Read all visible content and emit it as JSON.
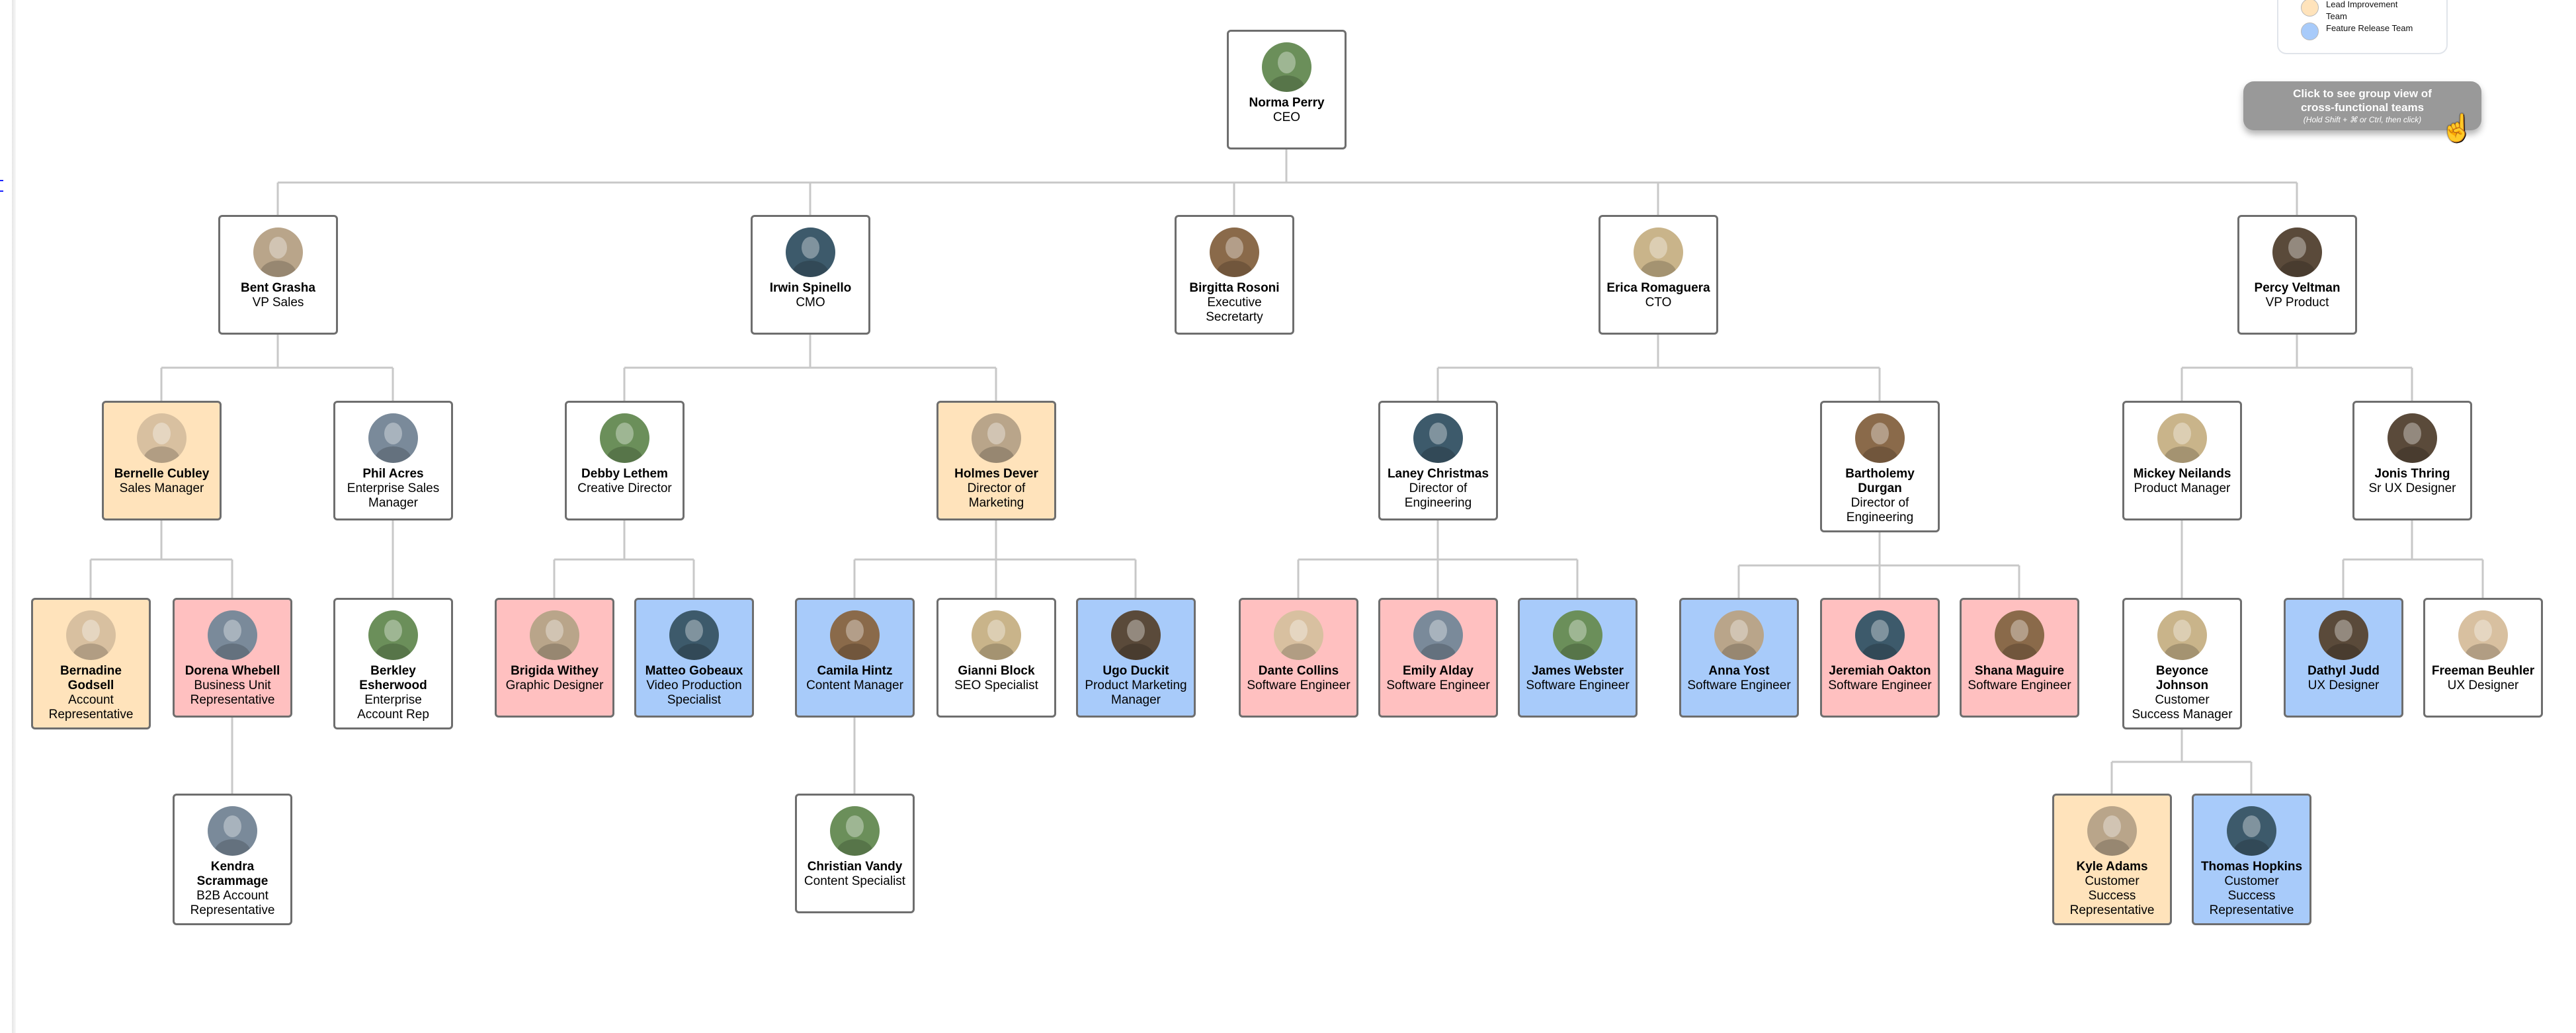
{
  "colors": {
    "none": "#ffffff",
    "lead_improvement": "#ffe3bb",
    "pink_team": "#ffc0c0",
    "feature_release": "#a8cbfa",
    "connector": "#c8c8c8"
  },
  "legend": {
    "items": [
      {
        "label": "Lead Improvement Team",
        "color": "#ffe3bb"
      },
      {
        "label": "Feature Release Team",
        "color": "#a8cbfa"
      }
    ]
  },
  "group_button": {
    "line1": "Click to see group view of cross-functional teams",
    "line2": "(Hold Shift + ⌘ or Ctrl, then click)",
    "cursor_icon": "hand-pointer-icon"
  },
  "nodes": [
    {
      "id": "norma",
      "name": "Norma Perry",
      "title": "CEO",
      "team": "none",
      "parent": null
    },
    {
      "id": "bent",
      "name": "Bent Grasha",
      "title": "VP Sales",
      "team": "none",
      "parent": "norma"
    },
    {
      "id": "irwin",
      "name": "Irwin Spinello",
      "title": "CMO",
      "team": "none",
      "parent": "norma"
    },
    {
      "id": "birgitta",
      "name": "Birgitta Rosoni",
      "title": "Executive Secretarty",
      "team": "none",
      "parent": "norma"
    },
    {
      "id": "erica",
      "name": "Erica Romaguera",
      "title": "CTO",
      "team": "none",
      "parent": "norma"
    },
    {
      "id": "percy",
      "name": "Percy Veltman",
      "title": "VP Product",
      "team": "none",
      "parent": "norma"
    },
    {
      "id": "bernelle",
      "name": "Bernelle Cubley",
      "title": "Sales Manager",
      "team": "lead_improvement",
      "parent": "bent"
    },
    {
      "id": "phil",
      "name": "Phil Acres",
      "title": "Enterprise Sales Manager",
      "team": "none",
      "parent": "bent"
    },
    {
      "id": "debby",
      "name": "Debby Lethem",
      "title": "Creative Director",
      "team": "none",
      "parent": "irwin"
    },
    {
      "id": "holmes",
      "name": "Holmes Dever",
      "title": "Director of Marketing",
      "team": "lead_improvement",
      "parent": "irwin"
    },
    {
      "id": "laney",
      "name": "Laney Christmas",
      "title": "Director of Engineering",
      "team": "none",
      "parent": "erica"
    },
    {
      "id": "bartholemy",
      "name": "Bartholemy Durgan",
      "title": "Director of Engineering",
      "team": "none",
      "parent": "erica"
    },
    {
      "id": "mickey",
      "name": "Mickey Neilands",
      "title": "Product Manager",
      "team": "none",
      "parent": "percy"
    },
    {
      "id": "jonis",
      "name": "Jonis Thring",
      "title": "Sr UX Designer",
      "team": "none",
      "parent": "percy"
    },
    {
      "id": "bernadine",
      "name": "Bernadine Godsell",
      "title": "Account Representative",
      "team": "lead_improvement",
      "parent": "bernelle"
    },
    {
      "id": "dorena",
      "name": "Dorena Whebell",
      "title": "Business Unit Representative",
      "team": "pink_team",
      "parent": "bernelle"
    },
    {
      "id": "berkley",
      "name": "Berkley Esherwood",
      "title": "Enterprise Account Rep",
      "team": "none",
      "parent": "phil"
    },
    {
      "id": "brigida",
      "name": "Brigida Withey",
      "title": "Graphic Designer",
      "team": "pink_team",
      "parent": "debby"
    },
    {
      "id": "matteo",
      "name": "Matteo Gobeaux",
      "title": "Video Production Specialist",
      "team": "feature_release",
      "parent": "debby"
    },
    {
      "id": "camila",
      "name": "Camila Hintz",
      "title": "Content Manager",
      "team": "feature_release",
      "parent": "holmes"
    },
    {
      "id": "gianni",
      "name": "Gianni Block",
      "title": "SEO Specialist",
      "team": "none",
      "parent": "holmes"
    },
    {
      "id": "ugo",
      "name": "Ugo Duckit",
      "title": "Product Marketing Manager",
      "team": "feature_release",
      "parent": "holmes"
    },
    {
      "id": "dante",
      "name": "Dante Collins",
      "title": "Software Engineer",
      "team": "pink_team",
      "parent": "laney"
    },
    {
      "id": "emily",
      "name": "Emily Alday",
      "title": "Software Engineer",
      "team": "pink_team",
      "parent": "laney"
    },
    {
      "id": "james",
      "name": "James Webster",
      "title": "Software Engineer",
      "team": "feature_release",
      "parent": "laney"
    },
    {
      "id": "anna",
      "name": "Anna Yost",
      "title": "Software Engineer",
      "team": "feature_release",
      "parent": "bartholemy"
    },
    {
      "id": "jeremiah",
      "name": "Jeremiah Oakton",
      "title": "Software Engineer",
      "team": "pink_team",
      "parent": "bartholemy"
    },
    {
      "id": "shana",
      "name": "Shana Maguire",
      "title": "Software Engineer",
      "team": "pink_team",
      "parent": "bartholemy"
    },
    {
      "id": "beyonce",
      "name": "Beyonce Johnson",
      "title": "Customer Success Manager",
      "team": "none",
      "parent": "mickey"
    },
    {
      "id": "dathyl",
      "name": "Dathyl Judd",
      "title": "UX Designer",
      "team": "feature_release",
      "parent": "jonis"
    },
    {
      "id": "freeman",
      "name": "Freeman Beuhler",
      "title": "UX Designer",
      "team": "none",
      "parent": "jonis"
    },
    {
      "id": "kendra",
      "name": "Kendra Scrammage",
      "title": "B2B Account Representative",
      "team": "none",
      "parent": "dorena"
    },
    {
      "id": "christian",
      "name": "Christian Vandy",
      "title": "Content Specialist",
      "team": "none",
      "parent": "camila"
    },
    {
      "id": "kyle",
      "name": "Kyle Adams",
      "title": "Customer Success Representative",
      "team": "lead_improvement",
      "parent": "beyonce"
    },
    {
      "id": "thomas",
      "name": "Thomas Hopkins",
      "title": "Customer Success Representative",
      "team": "feature_release",
      "parent": "beyonce"
    }
  ]
}
